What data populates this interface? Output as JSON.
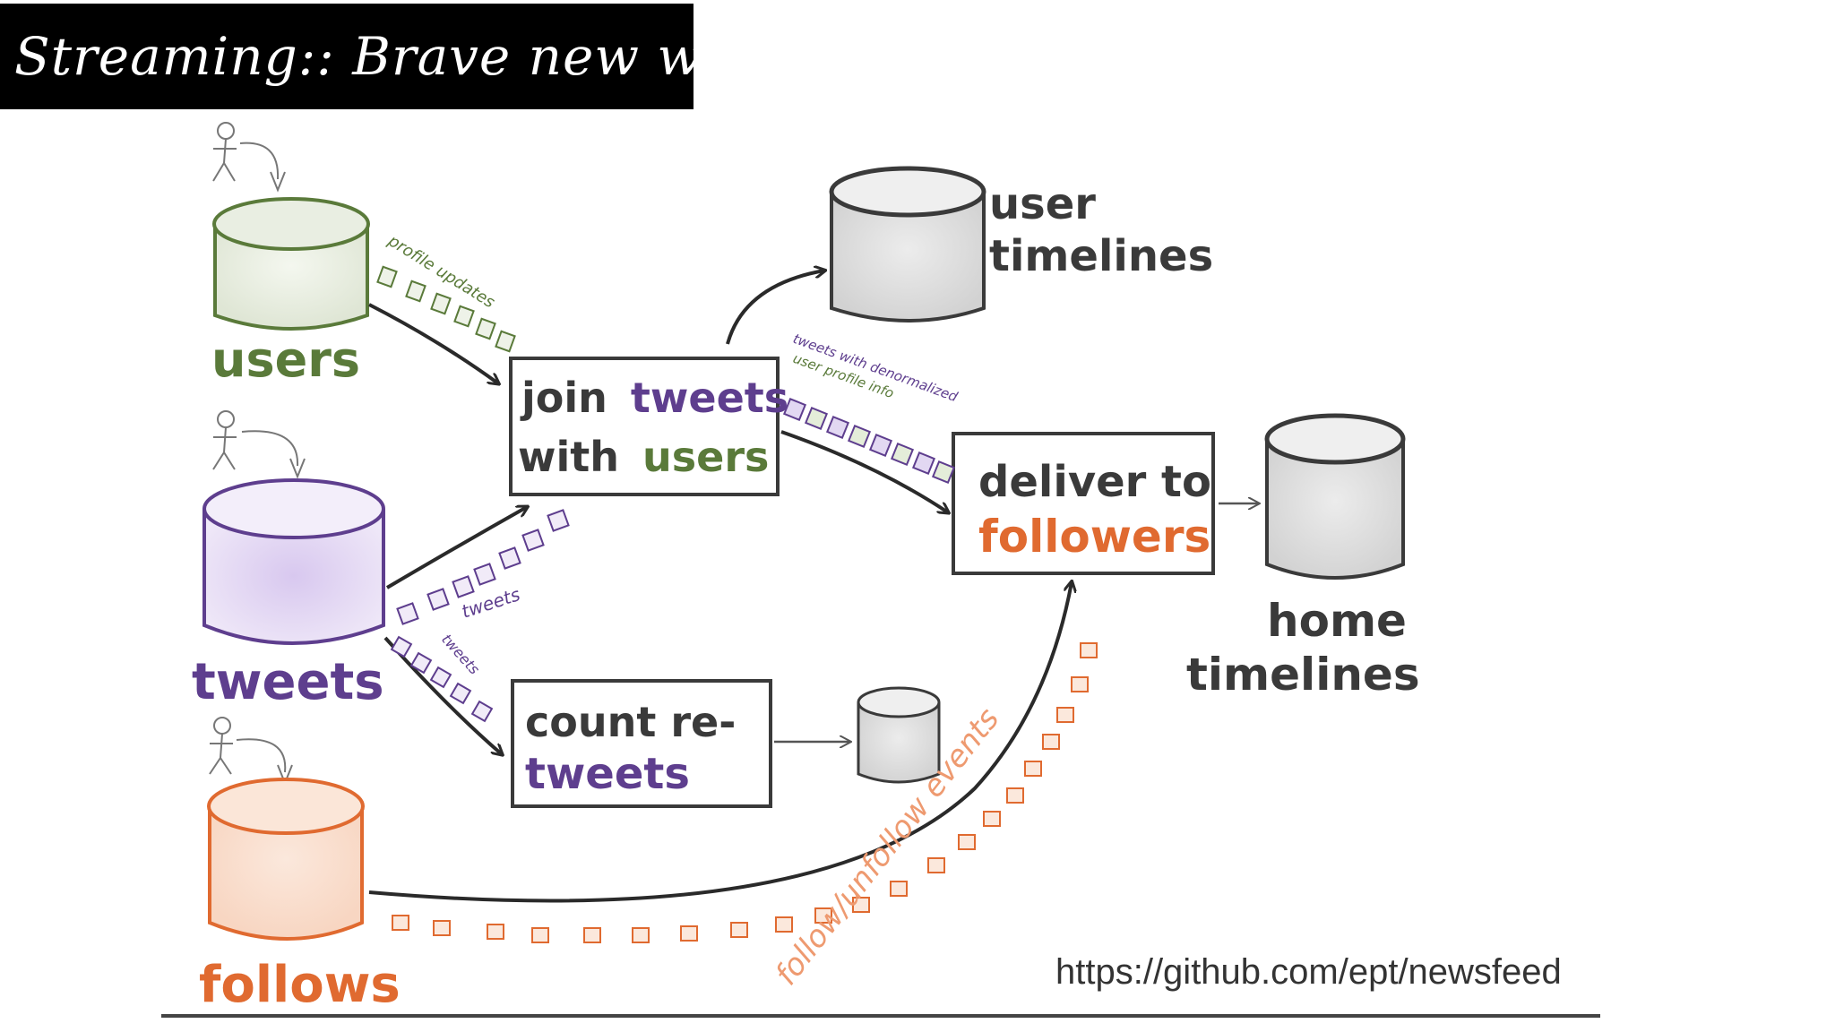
{
  "slide": {
    "title": "Streaming:: Brave new world!"
  },
  "colors": {
    "users": "#5a7a3a",
    "tweets": "#5e3e8e",
    "follows": "#e06a30",
    "ink": "#3a3a3a",
    "title_bg": "#000000"
  },
  "diagram": {
    "sources": {
      "users": "users",
      "tweets": "tweets",
      "follows": "follows"
    },
    "stores": {
      "user_timelines_line1": "user",
      "user_timelines_line2": "timelines",
      "home_timelines_line1": "home",
      "home_timelines_line2": "timelines"
    },
    "processors": {
      "join_line1_word1": "join",
      "join_line1_word2": "tweets",
      "join_line2_word1": "with",
      "join_line2_word2": "users",
      "count_line1": "count re-",
      "count_line2": "tweets",
      "deliver_line1": "deliver to",
      "deliver_line2": "followers"
    },
    "stream_labels": {
      "profile_updates": "profile updates",
      "tweets_upper": "tweets",
      "tweets_lower": "tweets",
      "denormalized_line1": "tweets with denormalized",
      "denormalized_line2": "user profile info",
      "follow_events": "follow/unfollow events"
    },
    "source_url": "https://github.com/ept/newsfeed"
  }
}
